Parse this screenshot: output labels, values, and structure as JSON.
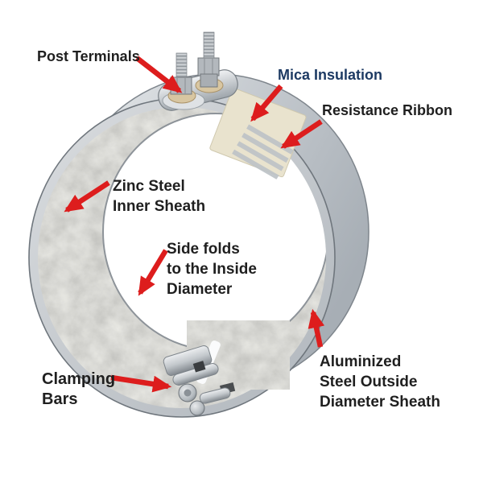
{
  "labels": {
    "post_terminals": {
      "text": "Post Terminals"
    },
    "mica_insulation": {
      "text": "Mica Insulation"
    },
    "resistance_ribbon": {
      "text": "Resistance Ribbon"
    },
    "zinc_steel": {
      "lines": [
        "Zinc Steel",
        "Inner Sheath"
      ]
    },
    "side_folds": {
      "lines": [
        "Side folds",
        "to the Inside",
        "Diameter"
      ]
    },
    "clamping_bars": {
      "lines": [
        "Clamping",
        "Bars"
      ]
    },
    "aluminized": {
      "lines": [
        "Aluminized",
        "Steel Outside",
        "Diameter Sheath"
      ]
    }
  },
  "colors": {
    "arrow": "#dd1d1d",
    "label": "#1f1f1f",
    "mica_label": "#1d3a63",
    "band_gray": "#c6cbd0",
    "inner_sheath_gray": "#a9a9a4",
    "mica_window_cream": "#e9e3ce",
    "washer_tan": "#d8c6a1"
  }
}
